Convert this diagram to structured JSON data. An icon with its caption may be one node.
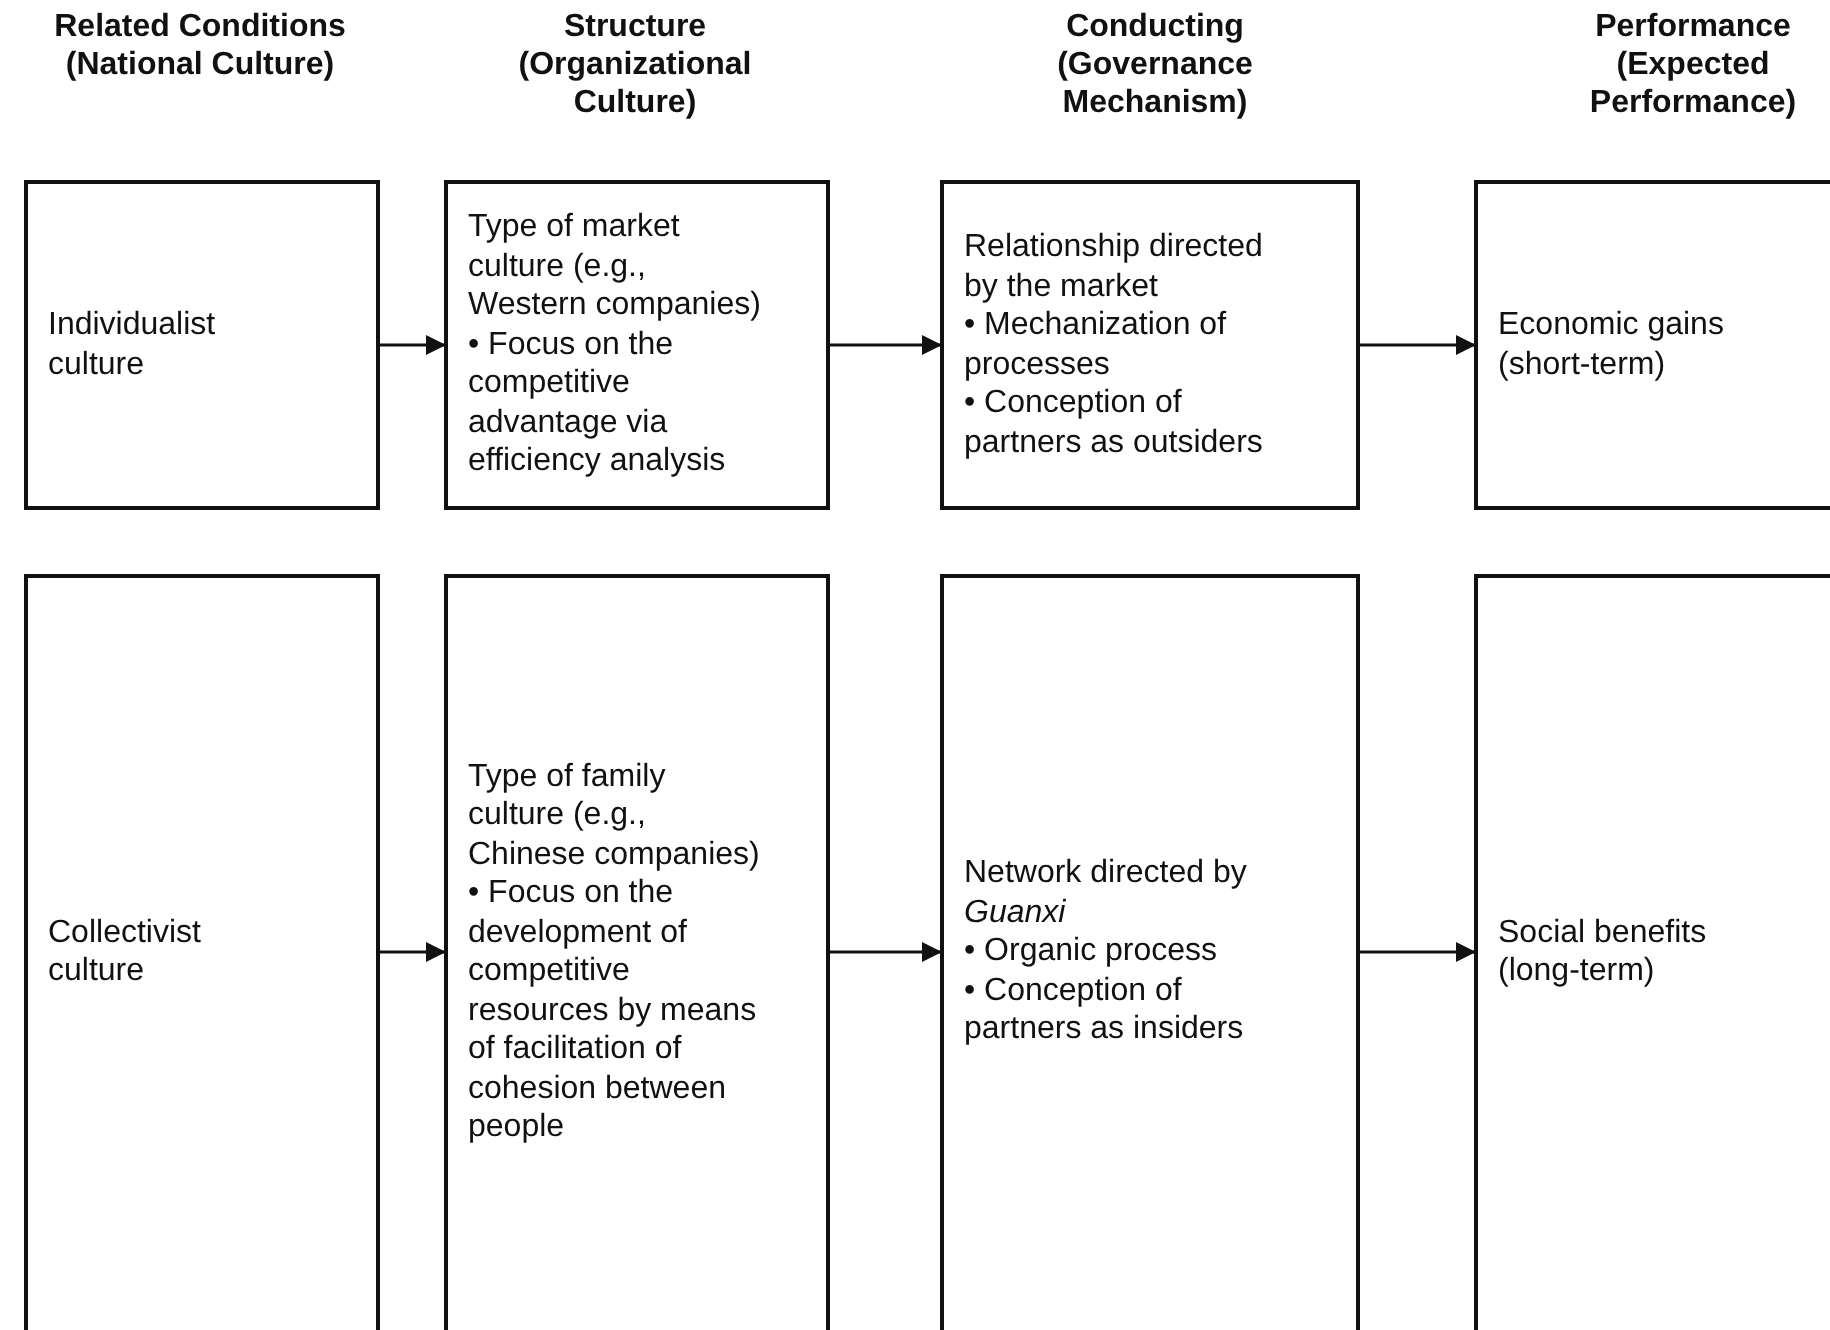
{
  "diagram": {
    "nodes": [
      {
        "text": [
          "Individualist culture"
        ]
      },
      {
        "text": [
          "Type of market culture (e.g., Western companies)",
          "• Focus on the competitive advantage via efficiency analysis"
        ]
      },
      {
        "text": [
          "Relationship directed by the market",
          "• Mechanization of processes",
          "• Conception of partners as outsiders"
        ]
      },
      {
        "text": [
          "Economic gains (short-term)"
        ]
      },
      {
        "text": [
          "Collectivist culture"
        ]
      },
      {
        "text": [
          "Type of family culture (e.g., Chinese companies)",
          "• Focus on the development of competitive resources by means of facilitation of cohesion between people"
        ]
      },
      {
        "text": [
          "Network directed by *Guanxi*",
          "• Organic process",
          "• Conception of partners as insiders"
        ]
      },
      {
        "text": [
          "Social benefits (long-term)"
        ]
      }
    ],
    "edges": [
      {
        "from": 0,
        "to": 1,
        "arrow": "to"
      },
      {
        "from": 1,
        "to": 2,
        "arrow": "to"
      },
      {
        "from": 2,
        "to": 3,
        "arrow": "to"
      },
      {
        "from": 4,
        "to": 5,
        "arrow": "to"
      },
      {
        "from": 5,
        "to": 6,
        "arrow": "to"
      },
      {
        "from": 6,
        "to": 7,
        "arrow": "to"
      }
    ],
    "labels": [
      "Related Conditions (National Culture)",
      "Structure (Organizational Culture)",
      "Conducting (Governance Mechanism)",
      "Performance (Expected Performance)"
    ]
  }
}
